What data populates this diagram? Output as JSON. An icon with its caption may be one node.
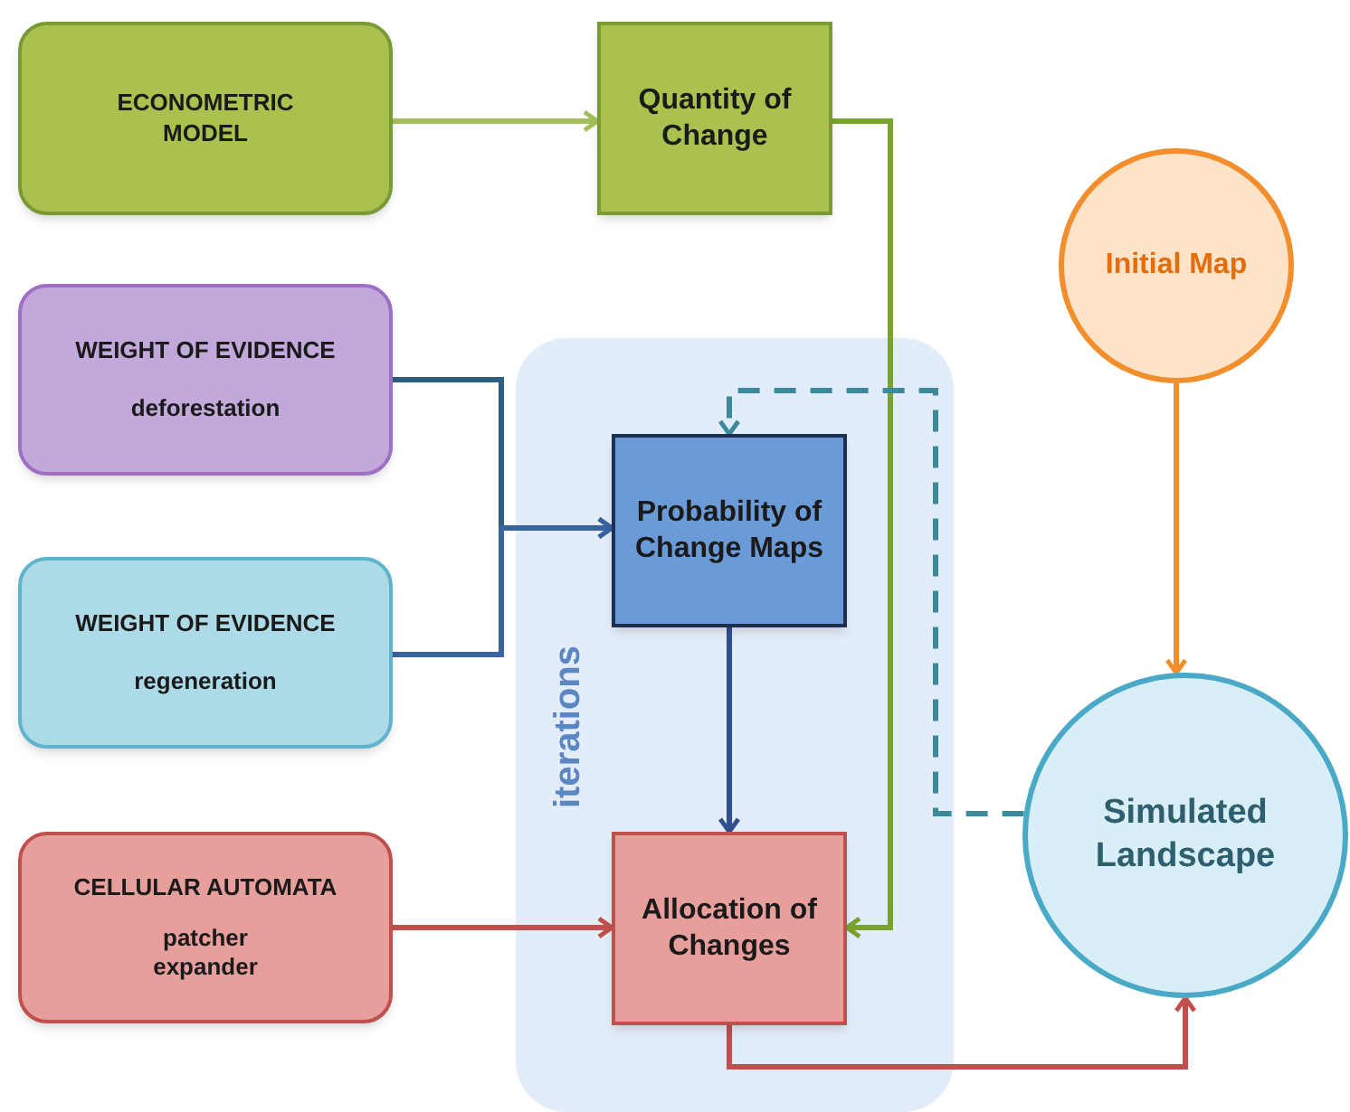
{
  "diagram": {
    "nodes": [
      {
        "text": [
          "ECONOMETRIC MODEL"
        ]
      },
      {
        "text": [
          "Quantity of Change"
        ]
      },
      {
        "text": [
          "WEIGHT OF EVIDENCE",
          "deforestation"
        ]
      },
      {
        "text": [
          "WEIGHT OF EVIDENCE",
          "regeneration"
        ]
      },
      {
        "text": [
          "CELLULAR AUTOMATA",
          "patcher expander"
        ]
      },
      {
        "text": [
          "iterations"
        ]
      },
      {
        "text": [
          "Probability of Change Maps"
        ],
        "in": 5
      },
      {
        "text": [
          "Allocation of Changes"
        ],
        "in": 5
      },
      {
        "text": [
          "Initial Map"
        ]
      },
      {
        "text": [
          "Simulated Landscape"
        ]
      }
    ],
    "edges": [
      {
        "from": 0,
        "to": 1,
        "arrow": "to",
        "color": "#a3c15a"
      },
      {
        "from": 1,
        "to": 7,
        "arrow": "to",
        "color": "#7aa22f"
      },
      {
        "from": 2,
        "to": 6,
        "arrow": "to",
        "color": "#2f5f7f"
      },
      {
        "from": 3,
        "to": 6,
        "arrow": "to",
        "color": "#3a64a0"
      },
      {
        "from": 6,
        "to": 7,
        "arrow": "to",
        "color": "#2f4f8f"
      },
      {
        "from": 4,
        "to": 7,
        "arrow": "to",
        "color": "#c0504d"
      },
      {
        "from": 7,
        "to": 9,
        "arrow": "to",
        "color": "#c0504d"
      },
      {
        "from": 8,
        "to": 9,
        "arrow": "to",
        "color": "#f28e2b"
      },
      {
        "from": 9,
        "to": 6,
        "arrow": "to",
        "style": "dashed",
        "color": "#3a8a9c"
      }
    ]
  }
}
